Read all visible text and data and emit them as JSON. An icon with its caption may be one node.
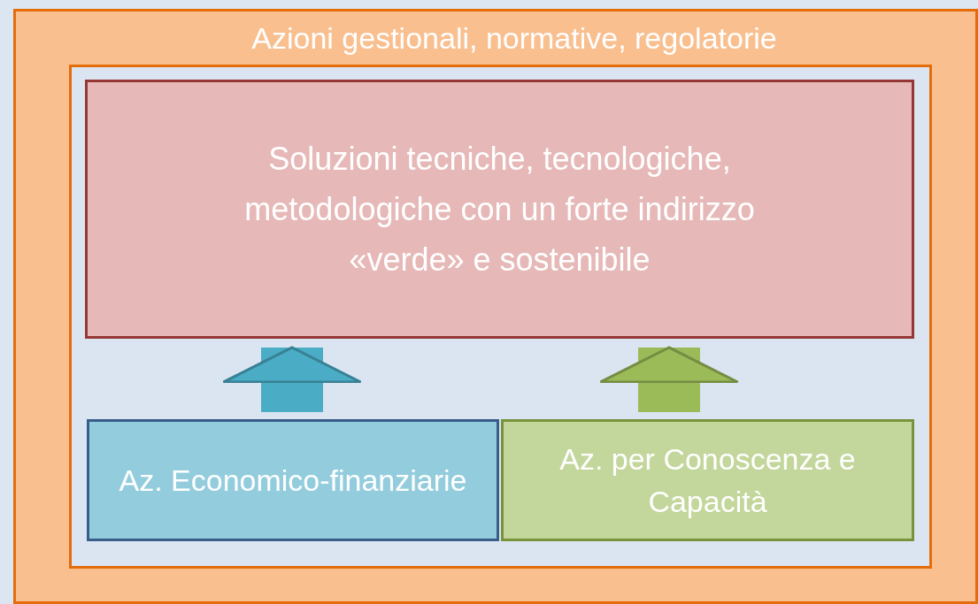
{
  "diagram": {
    "nodes": [
      {
        "text": [
          "Azioni gestionali, normative, regolatorie"
        ]
      },
      {
        "text": [],
        "shape": "box",
        "in": 0
      },
      {
        "text": [
          "Soluzioni tecniche, tecnologiche, metodologiche con un forte indirizzo «verde» e sostenibile"
        ],
        "in": 1
      },
      {
        "text": [
          "Az. Economico-finanziarie"
        ],
        "in": 1
      },
      {
        "text": [
          "Az. per Conoscenza e Capacità"
        ],
        "in": 1
      }
    ],
    "edges": [
      {
        "from": 3,
        "to": 2,
        "arrow": "to",
        "color": "#4bacc6"
      },
      {
        "from": 4,
        "to": 2,
        "arrow": "to",
        "color": "#9bbb59"
      }
    ]
  }
}
